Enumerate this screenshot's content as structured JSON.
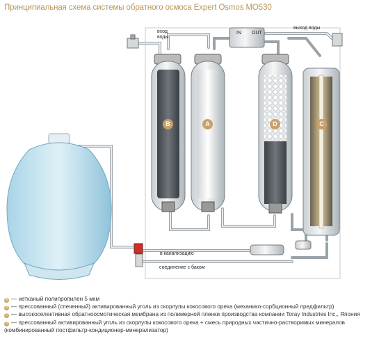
{
  "title": "Принципиальная схема системы обратного осмоса Expert Osmos MO530",
  "labels": {
    "inlet": "вход\nводы",
    "outlet": "выход воды",
    "in": "IN",
    "out": "OUT",
    "drain": "в канализацию",
    "tank_connection": "соединение с баком"
  },
  "cartridges": [
    "B",
    "A",
    "D",
    "C"
  ],
  "legend": [
    {
      "marker": "A",
      "text": "— нетканый полипропилен 5 мкм"
    },
    {
      "marker": "B",
      "text": "— прессованный (спеченный) активированный уголь из скорлупы кокосового ореха (механико-сорбционный предфильтр)"
    },
    {
      "marker": "C",
      "text": "— высокоселективная обратноосмотическая мембрана из полимерной пленки производства компании Toray Industries Inc., Япония"
    },
    {
      "marker": "D",
      "text": "— прессованный активированный уголь из скорлупы кокосового ореха + смесь природных частично-растворимых минералов (комбинированный постфильтр-кондиционер-минерализатор)"
    }
  ]
}
